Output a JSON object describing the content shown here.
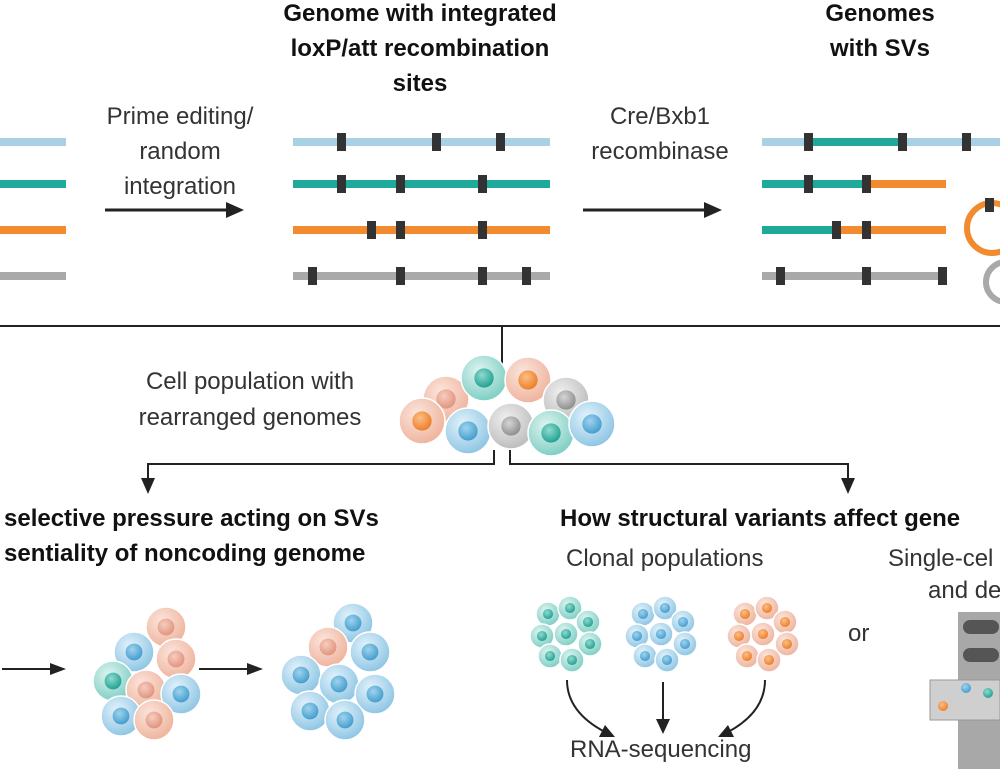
{
  "headers": {
    "integrated_line1": "Genome with integrated",
    "integrated_line2": "loxP/att recombination",
    "integrated_line3": "sites",
    "svs_line1": "Genomes",
    "svs_line2": "with SVs"
  },
  "steps": {
    "step1_line1": "Prime editing/",
    "step1_line2": "random",
    "step1_line3": "integration",
    "step2_line1": "Cre/Bxb1",
    "step2_line2": "recombinase"
  },
  "population": {
    "line1": "Cell population with",
    "line2": "rearranged genomes"
  },
  "branches": {
    "left_line1": "selective pressure acting on SVs",
    "left_line2": "sentiality of noncoding genome",
    "right_title": "How structural variants affect gene",
    "clonal_label": "Clonal populations",
    "single_cell_line1": "Single-cel",
    "single_cell_line2": "and de",
    "or_label": "or",
    "rna_label": "RNA-sequencing"
  },
  "colors": {
    "light_blue": "#a8d1e6",
    "teal": "#1fa99b",
    "orange": "#f28a30",
    "gray": "#a9a9a9",
    "marker": "#333333",
    "cell_blue": "#8fc6e4",
    "cell_teal": "#7fcfc4",
    "cell_orange": "#f0b8a4",
    "cell_gray": "#c9c9c9"
  }
}
